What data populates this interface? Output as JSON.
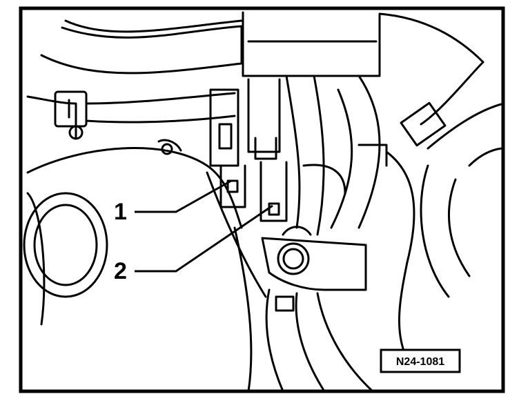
{
  "diagram": {
    "callouts": [
      {
        "label": "1"
      },
      {
        "label": "2"
      }
    ],
    "reference_code": "N24-1081",
    "colors": {
      "line": "#000000",
      "background": "#ffffff"
    }
  }
}
